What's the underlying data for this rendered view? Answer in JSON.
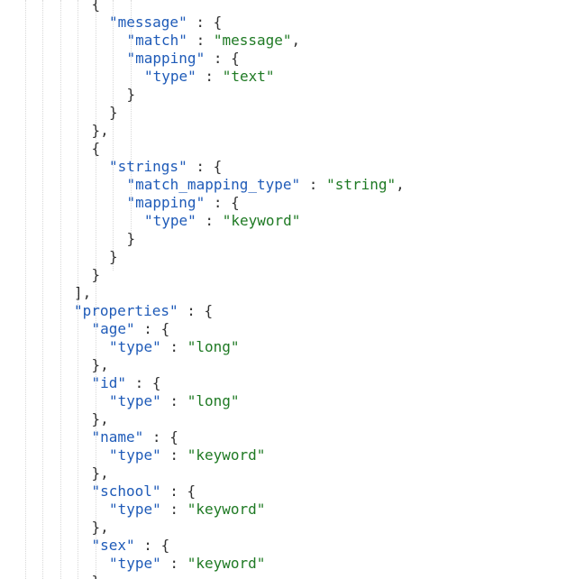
{
  "editor": {
    "lines": [
      {
        "indent": 5,
        "tokens": [
          {
            "t": "{",
            "c": "pun"
          }
        ]
      },
      {
        "indent": 6,
        "tokens": [
          {
            "t": "\"message\"",
            "c": "key"
          },
          {
            "t": " : {",
            "c": "pun"
          }
        ]
      },
      {
        "indent": 7,
        "tokens": [
          {
            "t": "\"match\"",
            "c": "key"
          },
          {
            "t": " : ",
            "c": "pun"
          },
          {
            "t": "\"message\"",
            "c": "str"
          },
          {
            "t": ",",
            "c": "pun"
          }
        ]
      },
      {
        "indent": 7,
        "tokens": [
          {
            "t": "\"mapping\"",
            "c": "key"
          },
          {
            "t": " : {",
            "c": "pun"
          }
        ]
      },
      {
        "indent": 8,
        "tokens": [
          {
            "t": "\"type\"",
            "c": "key"
          },
          {
            "t": " : ",
            "c": "pun"
          },
          {
            "t": "\"text\"",
            "c": "str"
          }
        ]
      },
      {
        "indent": 7,
        "tokens": [
          {
            "t": "}",
            "c": "pun"
          }
        ]
      },
      {
        "indent": 6,
        "tokens": [
          {
            "t": "}",
            "c": "pun"
          }
        ]
      },
      {
        "indent": 5,
        "tokens": [
          {
            "t": "},",
            "c": "pun"
          }
        ]
      },
      {
        "indent": 5,
        "tokens": [
          {
            "t": "{",
            "c": "pun"
          }
        ]
      },
      {
        "indent": 6,
        "tokens": [
          {
            "t": "\"strings\"",
            "c": "key"
          },
          {
            "t": " : {",
            "c": "pun"
          }
        ]
      },
      {
        "indent": 7,
        "tokens": [
          {
            "t": "\"match_mapping_type\"",
            "c": "key"
          },
          {
            "t": " : ",
            "c": "pun"
          },
          {
            "t": "\"string\"",
            "c": "str"
          },
          {
            "t": ",",
            "c": "pun"
          }
        ]
      },
      {
        "indent": 7,
        "tokens": [
          {
            "t": "\"mapping\"",
            "c": "key"
          },
          {
            "t": " : {",
            "c": "pun"
          }
        ]
      },
      {
        "indent": 8,
        "tokens": [
          {
            "t": "\"type\"",
            "c": "key"
          },
          {
            "t": " : ",
            "c": "pun"
          },
          {
            "t": "\"keyword\"",
            "c": "str"
          }
        ]
      },
      {
        "indent": 7,
        "tokens": [
          {
            "t": "}",
            "c": "pun"
          }
        ]
      },
      {
        "indent": 6,
        "tokens": [
          {
            "t": "}",
            "c": "pun"
          }
        ]
      },
      {
        "indent": 5,
        "tokens": [
          {
            "t": "}",
            "c": "pun"
          }
        ]
      },
      {
        "indent": 4,
        "tokens": [
          {
            "t": "],",
            "c": "pun"
          }
        ]
      },
      {
        "indent": 4,
        "tokens": [
          {
            "t": "\"properties\"",
            "c": "key"
          },
          {
            "t": " : {",
            "c": "pun"
          }
        ]
      },
      {
        "indent": 5,
        "tokens": [
          {
            "t": "\"age\"",
            "c": "key"
          },
          {
            "t": " : {",
            "c": "pun"
          }
        ]
      },
      {
        "indent": 6,
        "tokens": [
          {
            "t": "\"type\"",
            "c": "key"
          },
          {
            "t": " : ",
            "c": "pun"
          },
          {
            "t": "\"long\"",
            "c": "str"
          }
        ]
      },
      {
        "indent": 5,
        "tokens": [
          {
            "t": "},",
            "c": "pun"
          }
        ]
      },
      {
        "indent": 5,
        "tokens": [
          {
            "t": "\"id\"",
            "c": "key"
          },
          {
            "t": " : {",
            "c": "pun"
          }
        ]
      },
      {
        "indent": 6,
        "tokens": [
          {
            "t": "\"type\"",
            "c": "key"
          },
          {
            "t": " : ",
            "c": "pun"
          },
          {
            "t": "\"long\"",
            "c": "str"
          }
        ]
      },
      {
        "indent": 5,
        "tokens": [
          {
            "t": "},",
            "c": "pun"
          }
        ]
      },
      {
        "indent": 5,
        "tokens": [
          {
            "t": "\"name\"",
            "c": "key"
          },
          {
            "t": " : {",
            "c": "pun"
          }
        ]
      },
      {
        "indent": 6,
        "tokens": [
          {
            "t": "\"type\"",
            "c": "key"
          },
          {
            "t": " : ",
            "c": "pun"
          },
          {
            "t": "\"keyword\"",
            "c": "str"
          }
        ]
      },
      {
        "indent": 5,
        "tokens": [
          {
            "t": "},",
            "c": "pun"
          }
        ]
      },
      {
        "indent": 5,
        "tokens": [
          {
            "t": "\"school\"",
            "c": "key"
          },
          {
            "t": " : {",
            "c": "pun"
          }
        ]
      },
      {
        "indent": 6,
        "tokens": [
          {
            "t": "\"type\"",
            "c": "key"
          },
          {
            "t": " : ",
            "c": "pun"
          },
          {
            "t": "\"keyword\"",
            "c": "str"
          }
        ]
      },
      {
        "indent": 5,
        "tokens": [
          {
            "t": "},",
            "c": "pun"
          }
        ]
      },
      {
        "indent": 5,
        "tokens": [
          {
            "t": "\"sex\"",
            "c": "key"
          },
          {
            "t": " : {",
            "c": "pun"
          }
        ]
      },
      {
        "indent": 6,
        "tokens": [
          {
            "t": "\"type\"",
            "c": "key"
          },
          {
            "t": " : ",
            "c": "pun"
          },
          {
            "t": "\"keyword\"",
            "c": "str"
          }
        ]
      },
      {
        "indent": 5,
        "tokens": [
          {
            "t": "}",
            "c": "pun"
          }
        ]
      }
    ]
  },
  "colors": {
    "key": "#1f5bb8",
    "string": "#1f7a24",
    "punctuation": "#333333",
    "indent_guide": "#d8d8d8",
    "background": "#ffffff"
  }
}
